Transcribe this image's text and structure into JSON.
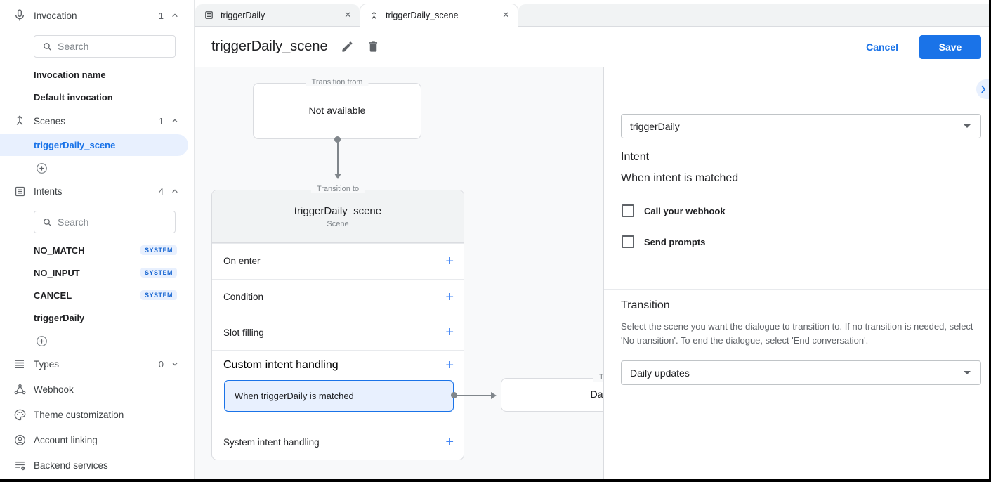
{
  "icons": {
    "plus": "+",
    "close": "×"
  },
  "colors": {
    "accent": "#1a73e8",
    "save_button_bg": "#1a73e8",
    "selection_bg": "#e8f0fe",
    "badge_text": "#1967d2",
    "canvas_bg": "#f8f9fa",
    "card_header_bg": "#f1f3f4",
    "border": "#dadce0"
  },
  "sidebar": {
    "search_placeholder": "Search",
    "invocation": {
      "label": "Invocation",
      "count": "1",
      "items": [
        "Invocation name",
        "Default invocation"
      ]
    },
    "scenes": {
      "label": "Scenes",
      "count": "1",
      "selected_item": "triggerDaily_scene"
    },
    "intents": {
      "label": "Intents",
      "count": "4",
      "items": [
        {
          "label": "NO_MATCH",
          "badge": "SYSTEM"
        },
        {
          "label": "NO_INPUT",
          "badge": "SYSTEM"
        },
        {
          "label": "CANCEL",
          "badge": "SYSTEM"
        },
        {
          "label": "triggerDaily",
          "badge": ""
        }
      ]
    },
    "types": {
      "label": "Types",
      "count": "0"
    },
    "nav": [
      "Webhook",
      "Theme customization",
      "Account linking",
      "Backend services"
    ]
  },
  "tabs": [
    {
      "label": "triggerDaily"
    },
    {
      "label": "triggerDaily_scene"
    }
  ],
  "header": {
    "title": "triggerDaily_scene",
    "cancel_label": "Cancel",
    "save_label": "Save"
  },
  "canvas": {
    "transition_from": {
      "label": "Transition from",
      "content": "Not available"
    },
    "scene_card": {
      "label": "Transition to",
      "title": "triggerDaily_scene",
      "subtitle": "Scene",
      "sections": [
        "On enter",
        "Condition",
        "Slot filling",
        "Custom intent handling",
        "System intent handling"
      ],
      "matched_item": "When triggerDaily is matched"
    },
    "next_card": {
      "label": "Transition to",
      "title": "Daily updates"
    }
  },
  "panel": {
    "intent_heading": "Intent",
    "intent_value": "triggerDaily",
    "matched_heading": "When intent is matched",
    "checkboxes": [
      "Call your webhook",
      "Send prompts"
    ],
    "transition_heading": "Transition",
    "transition_description": "Select the scene you want the dialogue to transition to. If no transition is needed, select 'No transition'. To end the dialogue, select 'End conversation'.",
    "transition_value": "Daily updates"
  }
}
